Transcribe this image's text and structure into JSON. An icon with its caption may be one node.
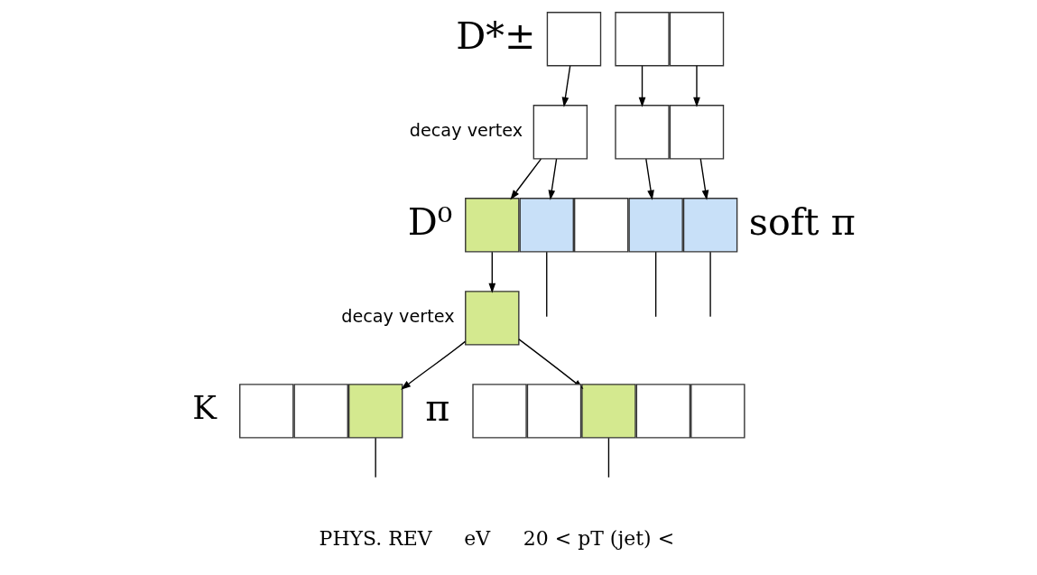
{
  "diagram": {
    "nodes": [
      {
        "text": [],
        "shape": "box"
      },
      {
        "text": [],
        "shape": "box"
      },
      {
        "text": [],
        "shape": "box"
      },
      {
        "text": [],
        "shape": "box"
      },
      {
        "text": [],
        "shape": "box"
      },
      {
        "text": [],
        "shape": "box"
      },
      {
        "text": [],
        "shape": "box"
      },
      {
        "text": [],
        "shape": "box"
      },
      {
        "text": [],
        "shape": "box"
      },
      {
        "text": [],
        "shape": "box"
      },
      {
        "text": [],
        "shape": "box"
      },
      {
        "text": [],
        "shape": "box"
      },
      {
        "text": [],
        "shape": "box"
      },
      {
        "text": [],
        "shape": "box"
      },
      {
        "text": [],
        "shape": "box"
      },
      {
        "text": [],
        "shape": "box"
      },
      {
        "text": [],
        "shape": "box"
      },
      {
        "text": [],
        "shape": "box"
      },
      {
        "text": [],
        "shape": "box"
      },
      {
        "text": [],
        "shape": "box"
      }
    ],
    "edges": [
      {
        "from": 0,
        "to": 3,
        "arrow": "to"
      },
      {
        "from": 1,
        "to": 4,
        "arrow": "to"
      },
      {
        "from": 2,
        "to": 5,
        "arrow": "to"
      },
      {
        "from": 3,
        "to": 6,
        "arrow": "to"
      },
      {
        "from": 3,
        "to": 16,
        "arrow": "to"
      },
      {
        "from": 4,
        "to": 18,
        "arrow": "to"
      },
      {
        "from": 5,
        "to": 19,
        "arrow": "to"
      },
      {
        "from": 6,
        "to": 7,
        "arrow": "to"
      },
      {
        "from": 7,
        "to": 10,
        "arrow": "to"
      },
      {
        "from": 7,
        "to": 13,
        "arrow": "to"
      },
      {
        "from": 10,
        "to": null,
        "arrow": "none"
      },
      {
        "from": 13,
        "to": null,
        "arrow": "none"
      },
      {
        "from": 16,
        "to": null,
        "arrow": "none"
      },
      {
        "from": 18,
        "to": null,
        "arrow": "none"
      },
      {
        "from": 19,
        "to": null,
        "arrow": "none"
      }
    ],
    "labels": [
      "D*±",
      "decay vertex",
      "D⁰",
      "decay vertex",
      "K",
      "π",
      "soft π",
      "PHYS. REV",
      "eV",
      "20 < pT (jet) <"
    ]
  }
}
